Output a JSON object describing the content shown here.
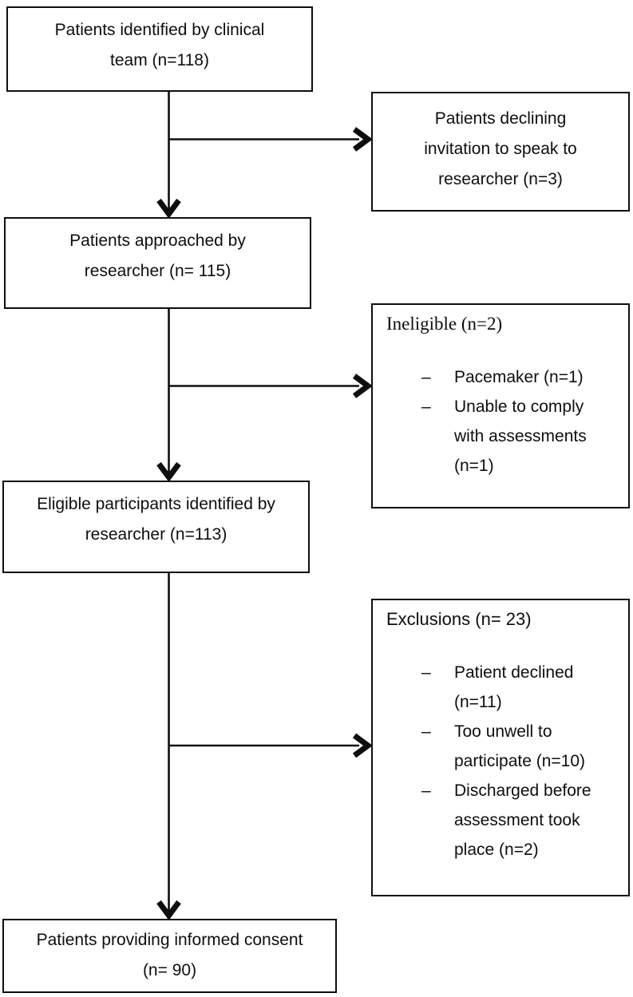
{
  "diagram": {
    "type": "flowchart",
    "background_color": "#ffffff",
    "line_color": "#0e0e0e",
    "nodes": {
      "identified": {
        "text": "Patients identified by clinical\nteam (n=118)"
      },
      "declining": {
        "text": "Patients declining\ninvitation to speak to\nresearcher (n=3)"
      },
      "approached": {
        "text": "Patients approached by\nresearcher (n= 115)"
      },
      "ineligible": {
        "title": "Ineligible (n=2)",
        "items": [
          {
            "marker": "–",
            "text": "Pacemaker (n=1)"
          },
          {
            "marker": "–",
            "text": "Unable to comply\nwith assessments\n(n=1)"
          }
        ]
      },
      "eligible": {
        "text": "Eligible participants identified by\nresearcher (n=113)"
      },
      "exclusions": {
        "title": "Exclusions (n= 23)",
        "items": [
          {
            "marker": "–",
            "text": "Patient declined\n(n=11)"
          },
          {
            "marker": "–",
            "text": "Too unwell to\nparticipate (n=10)"
          },
          {
            "marker": "–",
            "text": "Discharged before\nassessment took\nplace (n=2)"
          }
        ]
      },
      "consent": {
        "text": "Patients providing informed consent\n(n= 90)"
      }
    }
  }
}
